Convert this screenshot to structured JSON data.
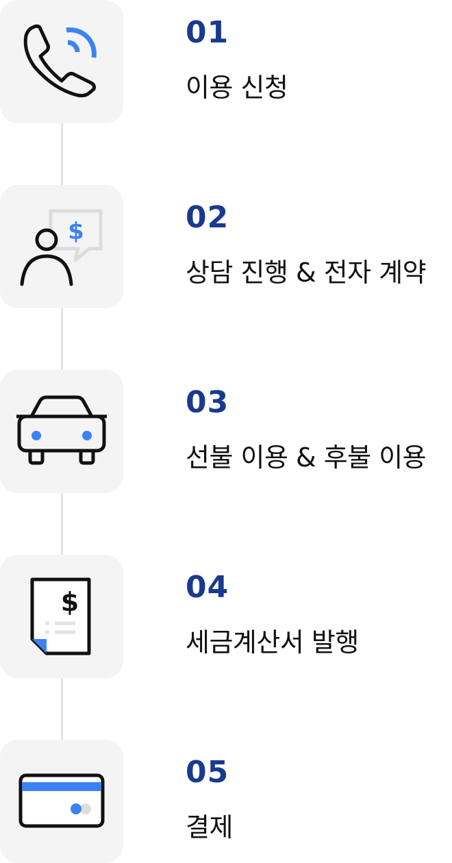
{
  "theme": {
    "accent": "#193a8e",
    "icon_blue": "#3b82f6",
    "text": "#111111",
    "tile_bg": "#f4f4f4",
    "line": "#e3e3e3"
  },
  "steps": [
    {
      "number": "01",
      "label": "이용 신청",
      "icon": "phone-icon"
    },
    {
      "number": "02",
      "label": "상담 진행 & 전자 계약",
      "icon": "consult-icon"
    },
    {
      "number": "03",
      "label": "선불 이용 & 후불 이용",
      "icon": "car-icon"
    },
    {
      "number": "04",
      "label": "세금계산서 발행",
      "icon": "invoice-icon"
    },
    {
      "number": "05",
      "label": "결제",
      "icon": "card-icon"
    }
  ]
}
